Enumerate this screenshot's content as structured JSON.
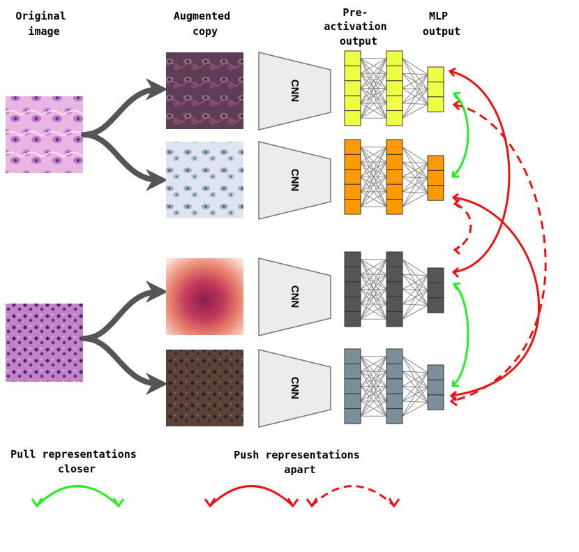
{
  "headers": {
    "original": [
      "Original",
      "image"
    ],
    "augmented": [
      "Augmented",
      "copy"
    ],
    "preact": [
      "Pre-",
      "activation",
      "output"
    ],
    "mlp": [
      "MLP",
      "output"
    ]
  },
  "cnn_label": "CNN",
  "legend": {
    "pull": [
      "Pull representations",
      "closer"
    ],
    "push": [
      "Push representations",
      "apart"
    ]
  },
  "colors": {
    "pull": "#22ee22",
    "push": "#ee1111",
    "arrow_gray": "#555555",
    "cnn_fill": "#ececec",
    "cnn_stroke": "#777777",
    "edge": "#888888"
  },
  "rows": [
    {
      "name": "row-1",
      "node_color": "#eeff44",
      "image": "original-1",
      "augmentation": "purple-dark"
    },
    {
      "name": "row-2",
      "node_color": "#ff9900",
      "image": "original-1",
      "augmentation": "pale-blue"
    },
    {
      "name": "row-3",
      "node_color": "#555555",
      "image": "original-2",
      "augmentation": "red-zoom"
    },
    {
      "name": "row-4",
      "node_color": "#7a8f9a",
      "image": "original-2",
      "augmentation": "brown-dark"
    }
  ]
}
